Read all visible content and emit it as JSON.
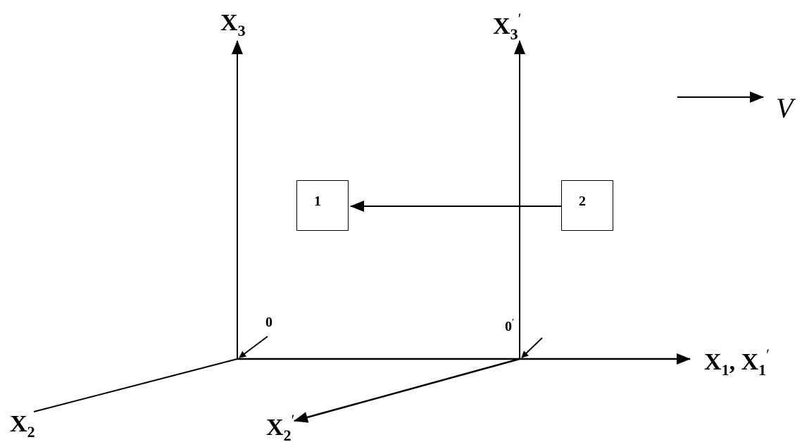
{
  "labels": {
    "x3": "X",
    "x3_sub": "3",
    "x3p": "X",
    "x3p_sub": "3",
    "prime": "′",
    "x1": "X",
    "x1_sub": "1",
    "x1_sep": ", ",
    "x1p": "X",
    "x1p_sub": "1",
    "x2": "X",
    "x2_sub": "2",
    "x2p": "X",
    "x2p_sub": "2",
    "origin": "0",
    "origin_p": "0",
    "velocity": "V"
  },
  "boxes": {
    "box1": "1",
    "box2": "2"
  }
}
